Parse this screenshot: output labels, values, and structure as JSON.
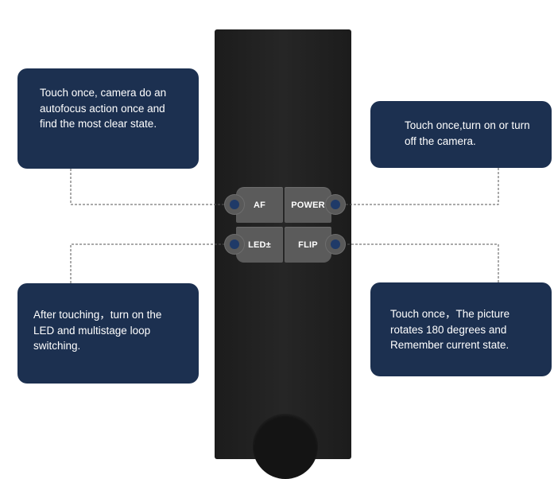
{
  "buttons": {
    "af": "AF",
    "power": "POWER",
    "led": "LED±",
    "flip": "FLIP"
  },
  "callouts": {
    "af": "Touch once, camera do an autofocus action once and find the most clear state.",
    "power": "Touch once,turn on or turn off the camera.",
    "led": "After touching，turn on the LED and  multistage loop switching.",
    "flip": "Touch once，The picture rotates 180 degrees and Remember current state."
  },
  "colors": {
    "callout_background": "#1c3050",
    "device_body": "#222222",
    "button_pad": "#5b5b5b",
    "indicator_dot": "#1f3a68"
  },
  "icons": {
    "indicator": "indicator-dot-icon"
  }
}
